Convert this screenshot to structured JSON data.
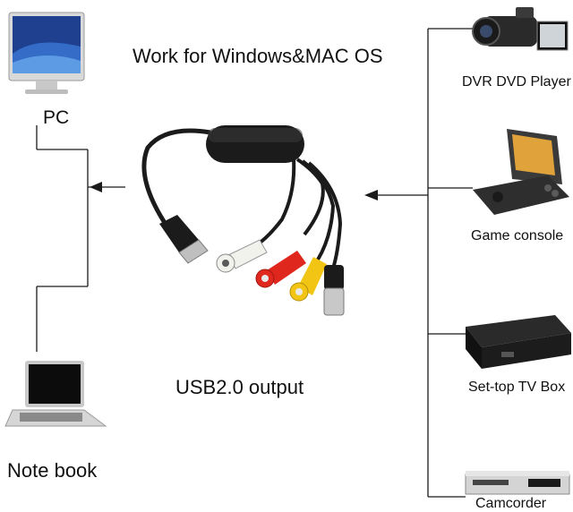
{
  "title": "Work for Windows&MAC OS",
  "output_label": "USB2.0 output",
  "left_devices": {
    "pc": "PC",
    "notebook": "Note book"
  },
  "right_devices": {
    "dvr": "DVR DVD Player",
    "game": "Game console",
    "settop": "Set-top TV Box",
    "camcorder": "Camcorder"
  },
  "colors": {
    "line": "#1a1a1a",
    "plug_white": "#f2f2ec",
    "plug_red": "#e0271e",
    "plug_yellow": "#f2c515",
    "cable": "#1b1b1b"
  }
}
